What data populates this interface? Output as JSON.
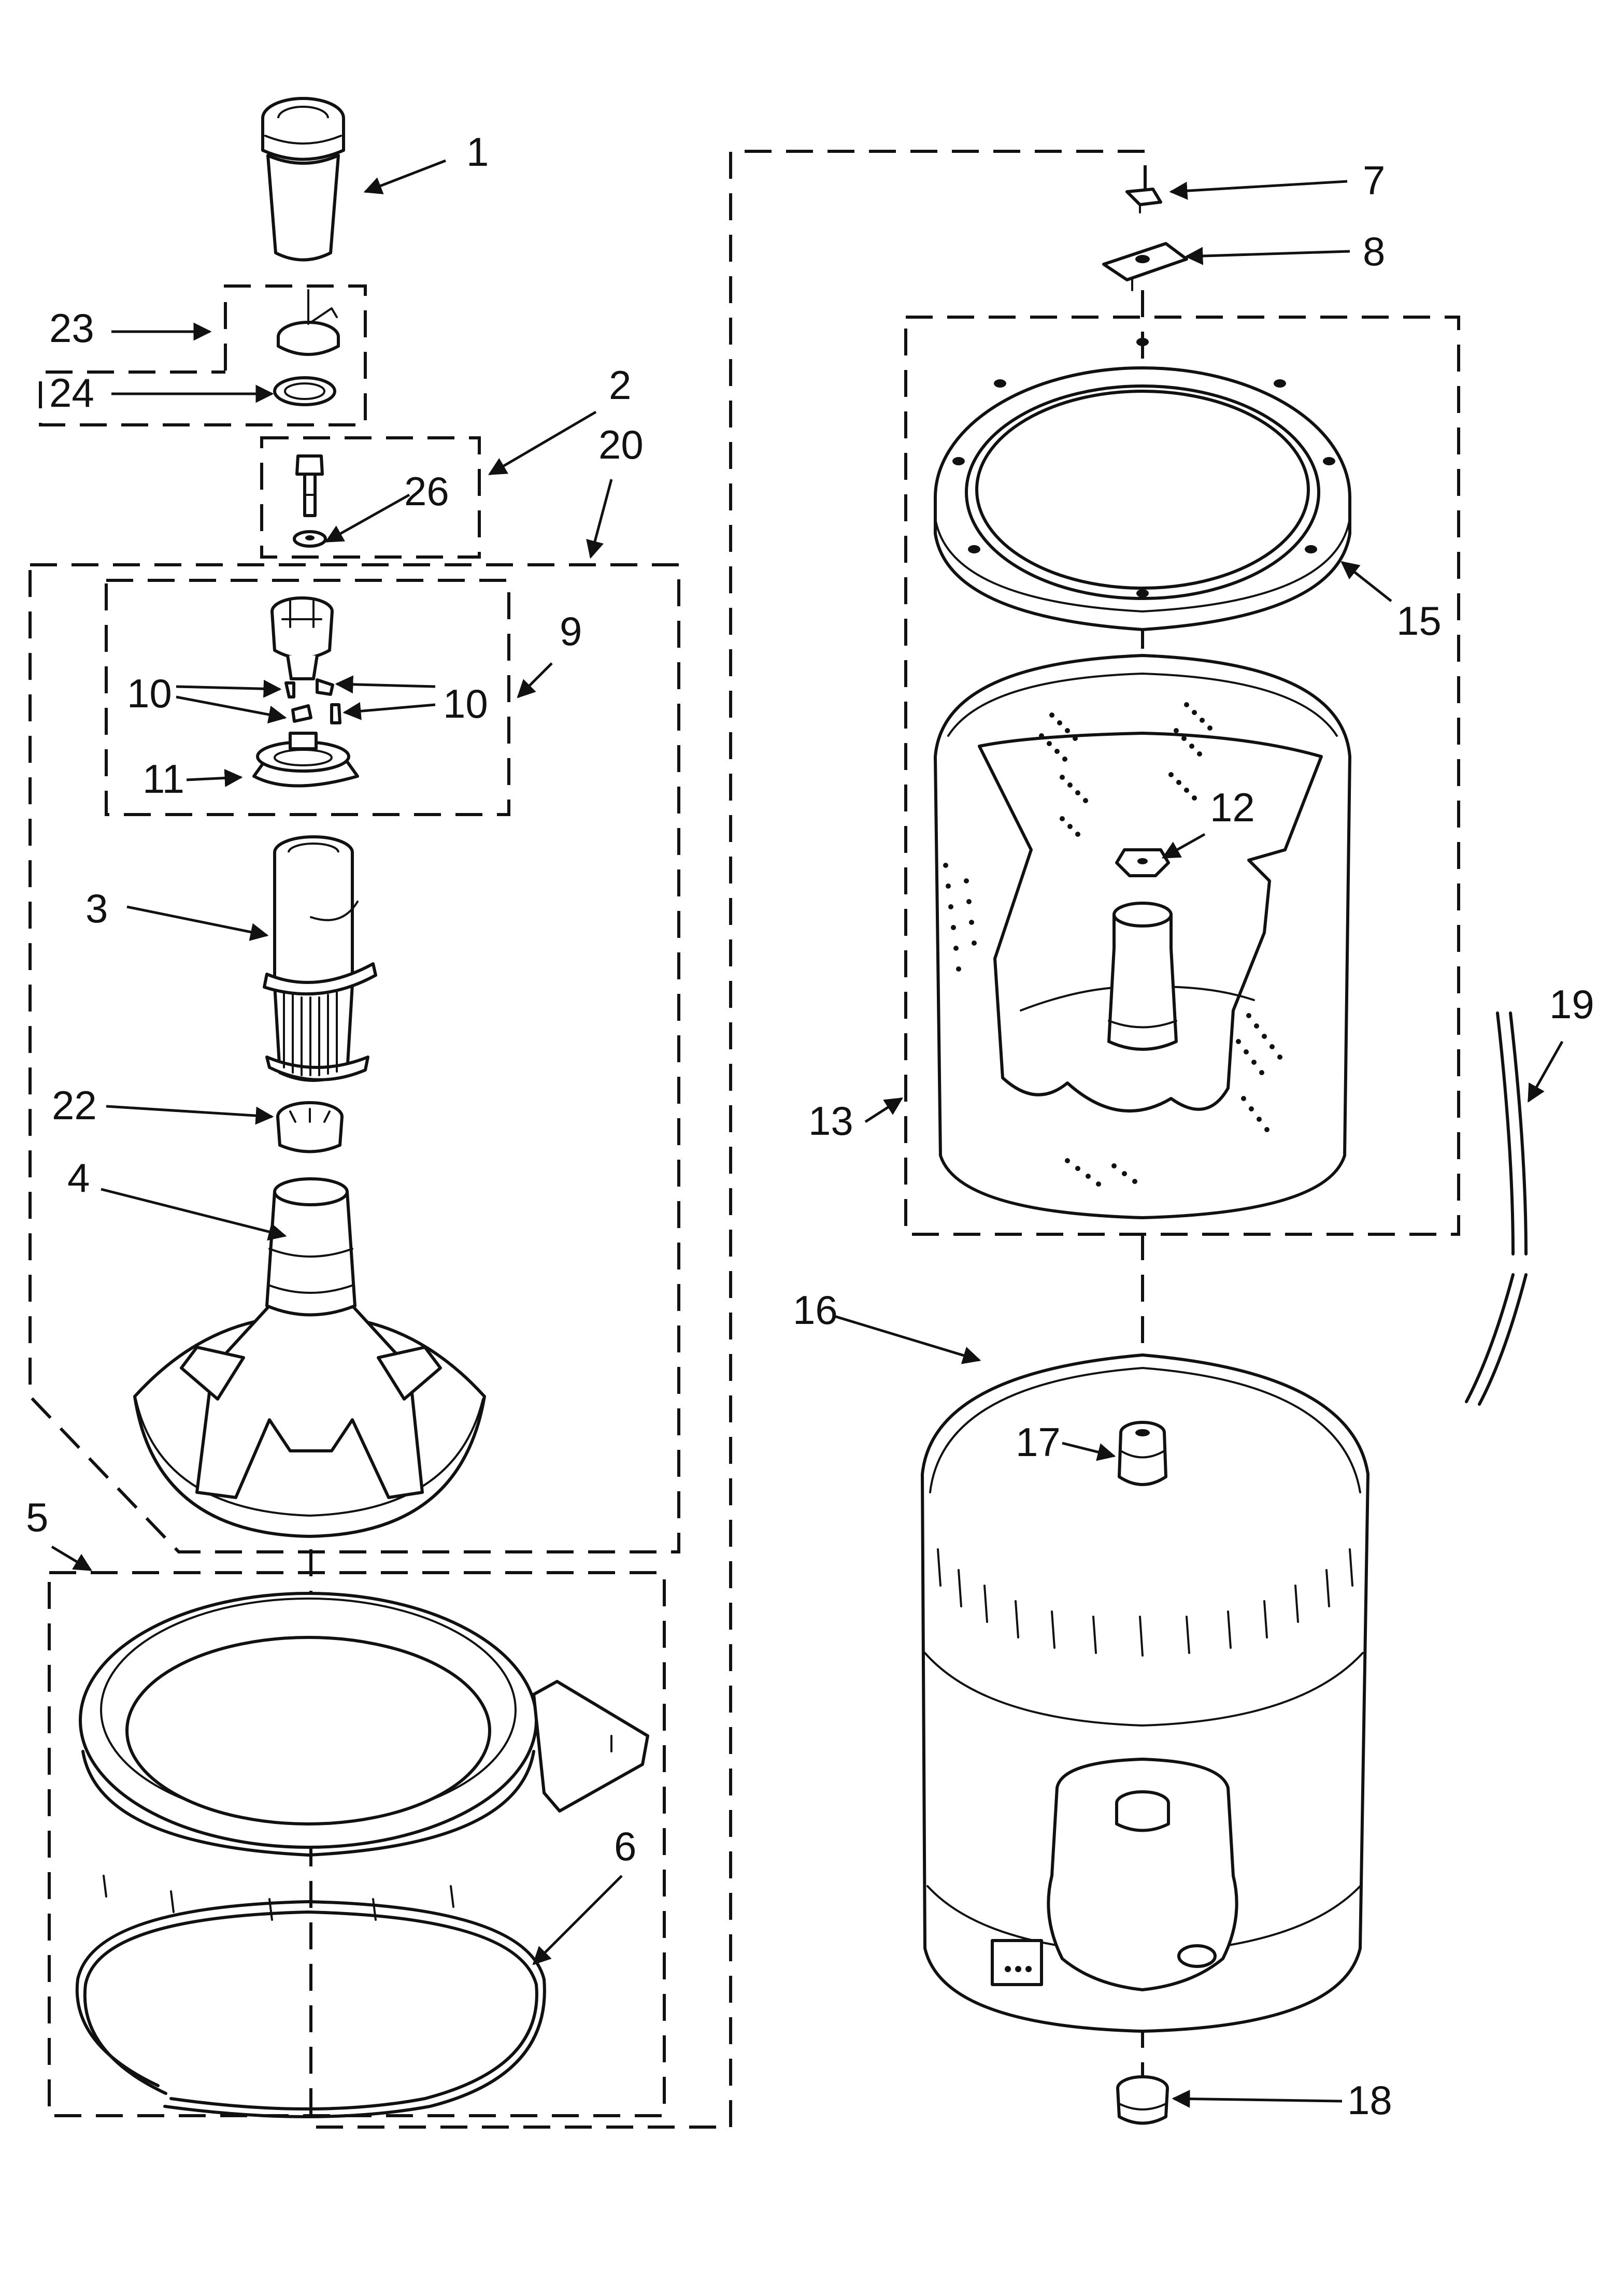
{
  "diagram": {
    "callouts": [
      "1",
      "2",
      "3",
      "4",
      "5",
      "6",
      "7",
      "8",
      "9",
      "10",
      "10",
      "11",
      "12",
      "13",
      "15",
      "16",
      "17",
      "18",
      "19",
      "20",
      "22",
      "23",
      "24",
      "26"
    ]
  }
}
